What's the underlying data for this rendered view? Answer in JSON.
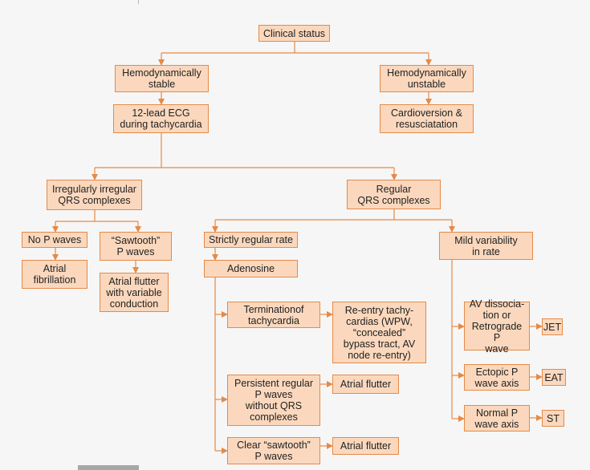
{
  "diagram": {
    "nodes": {
      "clinical_status": "Clinical status",
      "hemo_stable": "Hemodynamically\nstable",
      "hemo_unstable": "Hemodynamically\nunstable",
      "ecg": "12-lead ECG\nduring tachycardia",
      "cardioversion": "Cardioversion &\nresusciatation",
      "irregular_qrs": "Irregularly irregular\nQRS complexes",
      "regular_qrs": "Regular\nQRS complexes",
      "no_p_waves": "No P waves",
      "sawtooth_p": "“Sawtooth”\nP waves",
      "atrial_fib": "Atrial\nfibrillation",
      "atrial_flutter_var": "Atrial flutter\nwith variable\nconduction",
      "strictly_regular": "Strictly regular rate",
      "mild_variability": "Mild variability\nin rate",
      "adenosine": "Adenosine",
      "termination": "Terminationof\ntachycardia",
      "reentry": "Re-entry tachy-\ncardias (WPW,\n“concealed”\nbypass tract, AV\nnode re-entry)",
      "persistent_p": "Persistent regular\nP waves\nwithout QRS\ncomplexes",
      "atrial_flutter_1": "Atrial flutter",
      "clear_sawtooth": "Clear “sawtooth”\nP waves",
      "atrial_flutter_2": "Atrial flutter",
      "av_dissociation": "AV dissocia-\ntion or\nRetrograde P\nwave",
      "jet": "JET",
      "ectopic_p": "Ectopic P\nwave axis",
      "eat": "EAT",
      "normal_p": "Normal P\nwave axis",
      "st": "ST"
    }
  }
}
